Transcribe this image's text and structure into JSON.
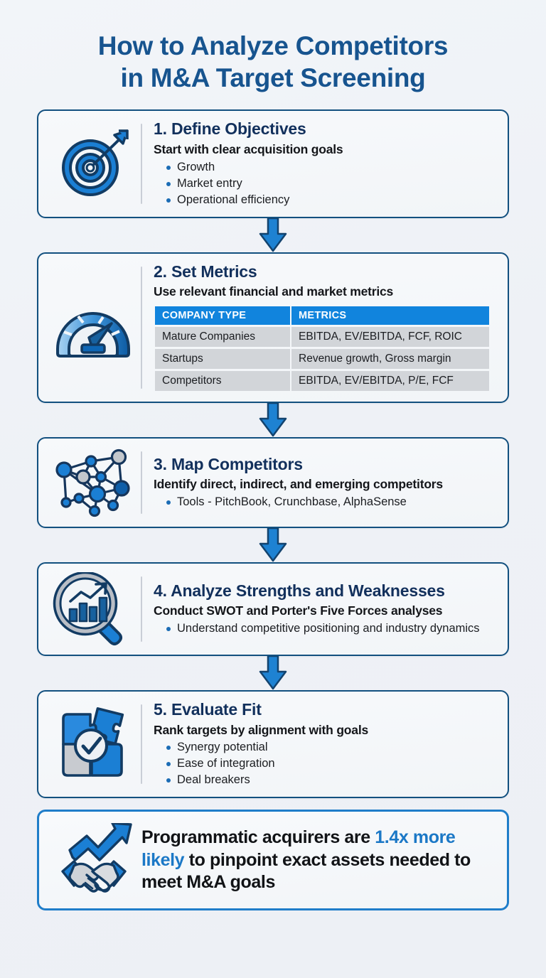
{
  "title": {
    "line1": "How to Analyze Competitors",
    "line2": "in M&A Target Screening"
  },
  "colors": {
    "title_blue": "#17548f",
    "card_border": "#12507f",
    "callout_border": "#1f7dc9",
    "table_header_blue": "#1184dd",
    "table_row_gray": "#d2d5d9",
    "bullet_blue": "#1b6cb5",
    "highlight_blue": "#1b78c6",
    "page_background": "#eff2f7"
  },
  "steps": [
    {
      "id": "define-objectives",
      "icon": "target-arrow-icon",
      "title": "1. Define Objectives",
      "subtitle": "Start with clear acquisition goals",
      "bullets": [
        "Growth",
        "Market entry",
        "Operational efficiency"
      ]
    },
    {
      "id": "set-metrics",
      "icon": "gauge-speedometer-icon",
      "title": "2. Set Metrics",
      "subtitle": "Use relevant financial and market metrics",
      "bullets": [],
      "table": {
        "headers": [
          "COMPANY TYPE",
          "METRICS"
        ],
        "rows": [
          [
            "Mature Companies",
            "EBITDA, EV/EBITDA, FCF, ROIC"
          ],
          [
            "Startups",
            "Revenue growth, Gross margin"
          ],
          [
            "Competitors",
            "EBITDA, EV/EBITDA, P/E, FCF"
          ]
        ]
      }
    },
    {
      "id": "map-competitors",
      "icon": "network-nodes-icon",
      "title": "3. Map Competitors",
      "subtitle": "Identify direct, indirect, and emerging competitors",
      "bullets": [
        "Tools - PitchBook, Crunchbase, AlphaSense"
      ]
    },
    {
      "id": "analyze-strengths-weaknesses",
      "icon": "magnifier-bar-chart-icon",
      "title": "4. Analyze Strengths and Weaknesses",
      "subtitle": "Conduct SWOT and Porter's Five Forces analyses",
      "bullets": [
        "Understand competitive positioning and industry dynamics"
      ]
    },
    {
      "id": "evaluate-fit",
      "icon": "puzzle-check-icon",
      "title": "5. Evaluate Fit",
      "subtitle": "Rank targets by alignment with goals",
      "bullets": [
        "Synergy potential",
        "Ease of integration",
        "Deal breakers"
      ]
    }
  ],
  "callout": {
    "icon": "handshake-growth-icon",
    "text_part1": "Programmatic acquirers are ",
    "highlight1": "1.4x",
    "highlight2": "more likely",
    "text_part2": " to pinpoint exact assets needed to meet M&A goals",
    "full_text": "Programmatic acquirers are 1.4x more likely to pinpoint exact assets needed to meet M&A goals"
  },
  "connectors": {
    "count": 4,
    "icon": "down-arrow-icon"
  }
}
